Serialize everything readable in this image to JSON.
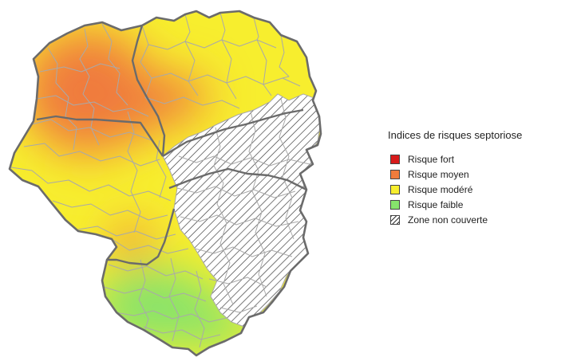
{
  "legend": {
    "title": "Indices de risques septoriose",
    "items": [
      {
        "label": "Risque fort",
        "color": "#d81b1b",
        "kind": "solid"
      },
      {
        "label": "Risque moyen",
        "color": "#f07c3c",
        "kind": "solid"
      },
      {
        "label": "Risque modéré",
        "color": "#f7ee2e",
        "kind": "solid"
      },
      {
        "label": "Risque faible",
        "color": "#86e36c",
        "kind": "solid"
      },
      {
        "label": "Zone non couverte",
        "color": "#ffffff",
        "kind": "hatched"
      }
    ]
  },
  "colors": {
    "risque_fort": "#d81b1b",
    "risque_moyen": "#f07c3c",
    "risque_modere": "#f7ee2e",
    "risque_faible": "#86e36c",
    "commune_borders": "#a9a9a9",
    "department_borders": "#6b6b6b"
  }
}
